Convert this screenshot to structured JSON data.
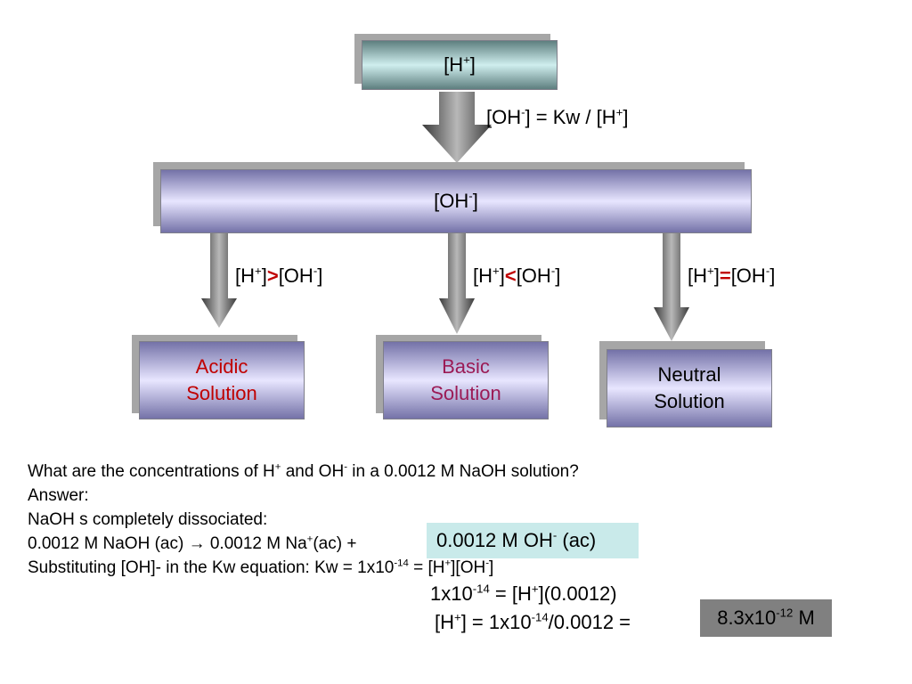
{
  "top_box": {
    "text": "[H",
    "sup": "+",
    "close": "]"
  },
  "top_relation": {
    "a": "[OH",
    "a_sup": "-",
    "b": "] = Kw / [H",
    "b_sup": "+",
    "c": "]"
  },
  "mid_box": {
    "text": "[OH",
    "sup": "-",
    "close": "]"
  },
  "branches": [
    {
      "h": "[H",
      "h_sup": "+",
      "h_close": "]",
      "op": ">",
      "oh": "[OH",
      "oh_sup": "-",
      "oh_close": "]",
      "line1": "Acidic",
      "line2": "Solution",
      "color": "#c00000"
    },
    {
      "h": "[H",
      "h_sup": "+",
      "h_close": "]",
      "op": "<",
      "oh": "[OH",
      "oh_sup": "-",
      "oh_close": "]",
      "line1": "Basic",
      "line2": "Solution",
      "color": "#9b1a55"
    },
    {
      "h": "[H",
      "h_sup": "+",
      "h_close": "]",
      "op": "=",
      "oh": "[OH",
      "oh_sup": "-",
      "oh_close": "]",
      "line1": "Neutral",
      "line2": "Solution",
      "color": "#000000"
    }
  ],
  "question": {
    "l1_a": "What are the concentrations of H",
    "l1_sup1": "+",
    "l1_b": " and OH",
    "l1_sup2": "-",
    "l1_c": " in a 0.0012 M NaOH solution?",
    "l2": "Answer:",
    "l3": "NaOH s completely dissociated:",
    "l4_a": "0.0012 M NaOH (ac) ",
    "l4_arrow": "→",
    "l4_b": " 0.0012 M Na",
    "l4_sup": "+",
    "l4_c": "(ac) +",
    "l5_a": "Substituting [OH]- in the Kw equation: Kw = 1x10",
    "l5_sup1": "-14",
    "l5_b": " = [H",
    "l5_sup2": "+",
    "l5_c": "][OH",
    "l5_sup3": "-",
    "l5_d": "]"
  },
  "highlight": {
    "a": "0.0012 M OH",
    "sup": "-",
    "b": " (ac)"
  },
  "eq2": {
    "a": "1x10",
    "sup1": "-14",
    "b": " = [H",
    "sup2": "+",
    "c": "](0.0012)"
  },
  "eq3": {
    "a": "[H",
    "sup1": "+",
    "b": "] = 1x10",
    "sup2": "-14",
    "c": "/0.0012 ="
  },
  "result": {
    "a": "8.3x10",
    "sup": "-12",
    "b": " M"
  },
  "colors": {
    "teal_box": "#cfeeee",
    "lavender_box": "#e8e6ff",
    "operator": "#c00000",
    "highlight": "#c9eaea",
    "result_bg": "#808080"
  }
}
